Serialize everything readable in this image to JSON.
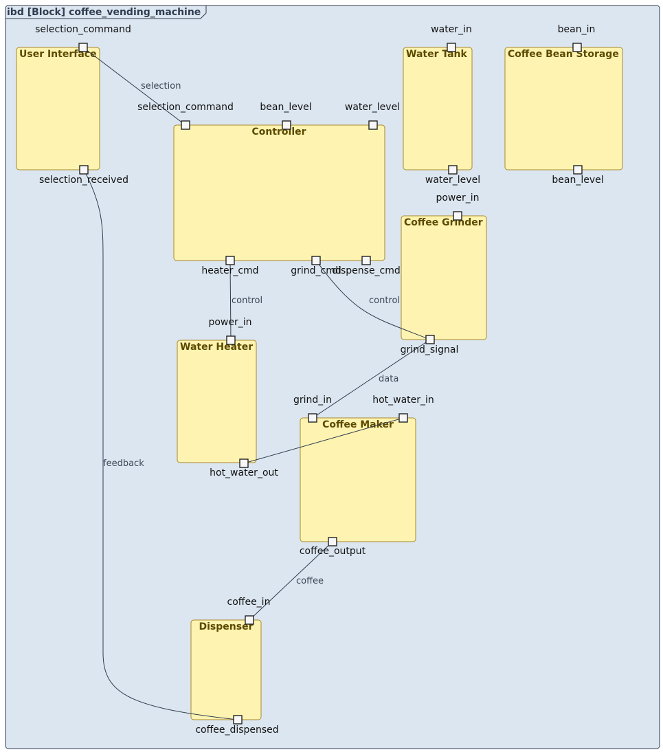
{
  "diagram": {
    "frame_title": "ibd [Block] coffee_vending_machine",
    "blocks": {
      "user_interface": "User Interface",
      "controller": "Controller",
      "water_tank": "Water Tank",
      "coffee_bean_storage": "Coffee Bean Storage",
      "coffee_grinder": "Coffee Grinder",
      "water_heater": "Water Heater",
      "coffee_maker": "Coffee Maker",
      "dispenser": "Dispenser"
    },
    "ports": {
      "ui_selection_command": "selection_command",
      "ui_selection_received": "selection_received",
      "ctrl_selection_command": "selection_command",
      "ctrl_bean_level": "bean_level",
      "ctrl_water_level": "water_level",
      "ctrl_heater_cmd": "heater_cmd",
      "ctrl_grind_cmd": "grind_cmd",
      "ctrl_dispense_cmd": "dispense_cmd",
      "tank_water_in": "water_in",
      "tank_water_level": "water_level",
      "storage_bean_in": "bean_in",
      "storage_bean_level": "bean_level",
      "grinder_power_in": "power_in",
      "grinder_grind_signal": "grind_signal",
      "heater_power_in": "power_in",
      "heater_hot_water_out": "hot_water_out",
      "maker_grind_in": "grind_in",
      "maker_hot_water_in": "hot_water_in",
      "maker_coffee_output": "coffee_output",
      "dispenser_coffee_in": "coffee_in",
      "dispenser_coffee_dispensed": "coffee_dispensed"
    },
    "connectors": {
      "selection": "selection",
      "control_heater": "control",
      "control_grinder": "control",
      "data": "data",
      "feedback": "feedback",
      "coffee": "coffee"
    }
  }
}
